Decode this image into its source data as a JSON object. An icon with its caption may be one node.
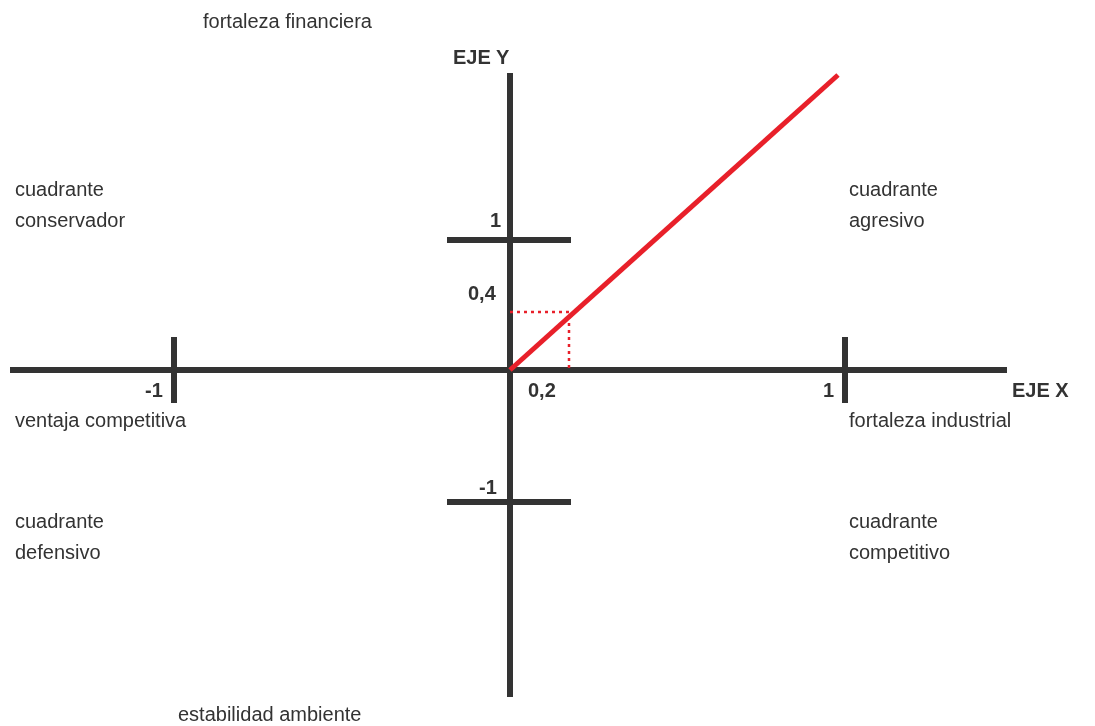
{
  "diagram": {
    "labels": [
      "fortaleza financiera",
      "EJE Y",
      "cuadrante conservador",
      "1",
      "cuadrante agresivo",
      "0,4",
      "-1",
      "0,2",
      "1",
      "EJE X",
      "ventaja competitiva",
      "fortaleza industrial",
      "-1",
      "cuadrante defensivo",
      "cuadrante competitivo",
      "estabilidad ambiente"
    ]
  }
}
